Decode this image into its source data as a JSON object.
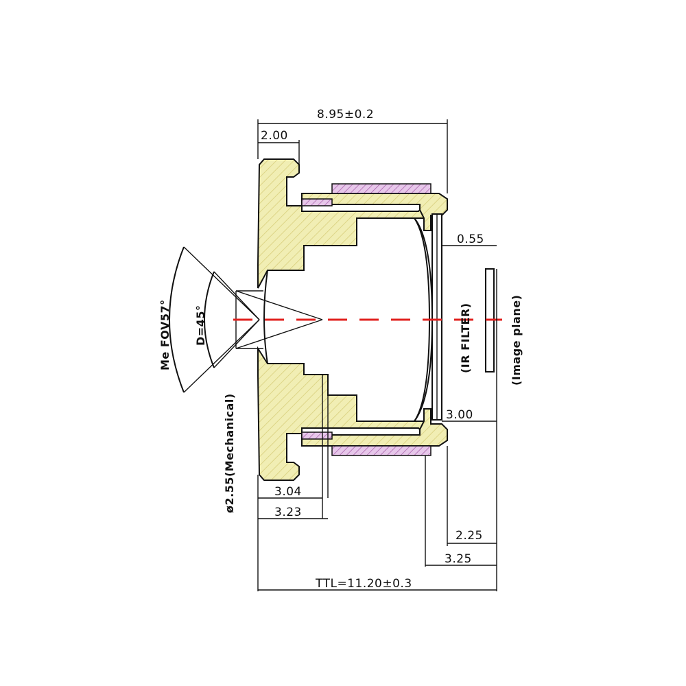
{
  "dimensions": {
    "overall_width": "8.95±0.2",
    "flange": "2.00",
    "filter_thickness": "0.55",
    "flange_height": "3.00",
    "front_depth_1": "3.04",
    "front_depth_2": "3.23",
    "back_focus_1": "2.25",
    "back_focus_2": "3.25",
    "ttl": "TTL=11.20±0.3"
  },
  "annotations": {
    "fov": "Me FOV57°",
    "diagonal": "D=45°",
    "aperture": "ø2.55(Mechanical)",
    "ir_filter": "(IR FILTER)",
    "image_plane": "(Image plane)"
  },
  "colors": {
    "housing": "#f1eeb4",
    "hatch": "#d8cf7c",
    "spacer": "#e7c7ea",
    "spacer_hatch": "#a45aa8",
    "optical_axis": "#e0201e",
    "line": "#111111"
  }
}
